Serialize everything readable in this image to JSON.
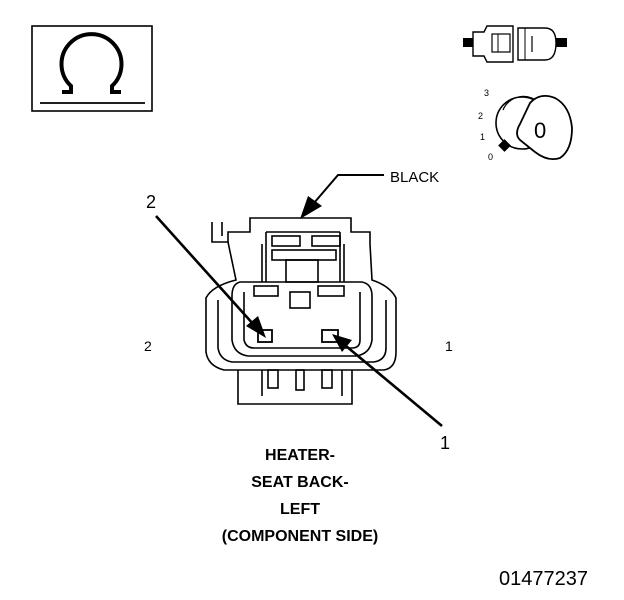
{
  "symbol_box": {
    "icon": "ohm-icon",
    "glyph": "Ω"
  },
  "key_icon": {
    "positions": [
      "3",
      "2",
      "1",
      "0"
    ],
    "key_glyph": "0"
  },
  "callouts": {
    "color_label": "BLACK",
    "arrow_pin2_number": "2",
    "arrow_pin1_number": "1"
  },
  "pin_labels": {
    "left": "2",
    "right": "1"
  },
  "caption": {
    "line1": "HEATER-",
    "line2": "SEAT BACK-",
    "line3": "LEFT",
    "line4": "(COMPONENT SIDE)"
  },
  "figure_id": "01477237"
}
